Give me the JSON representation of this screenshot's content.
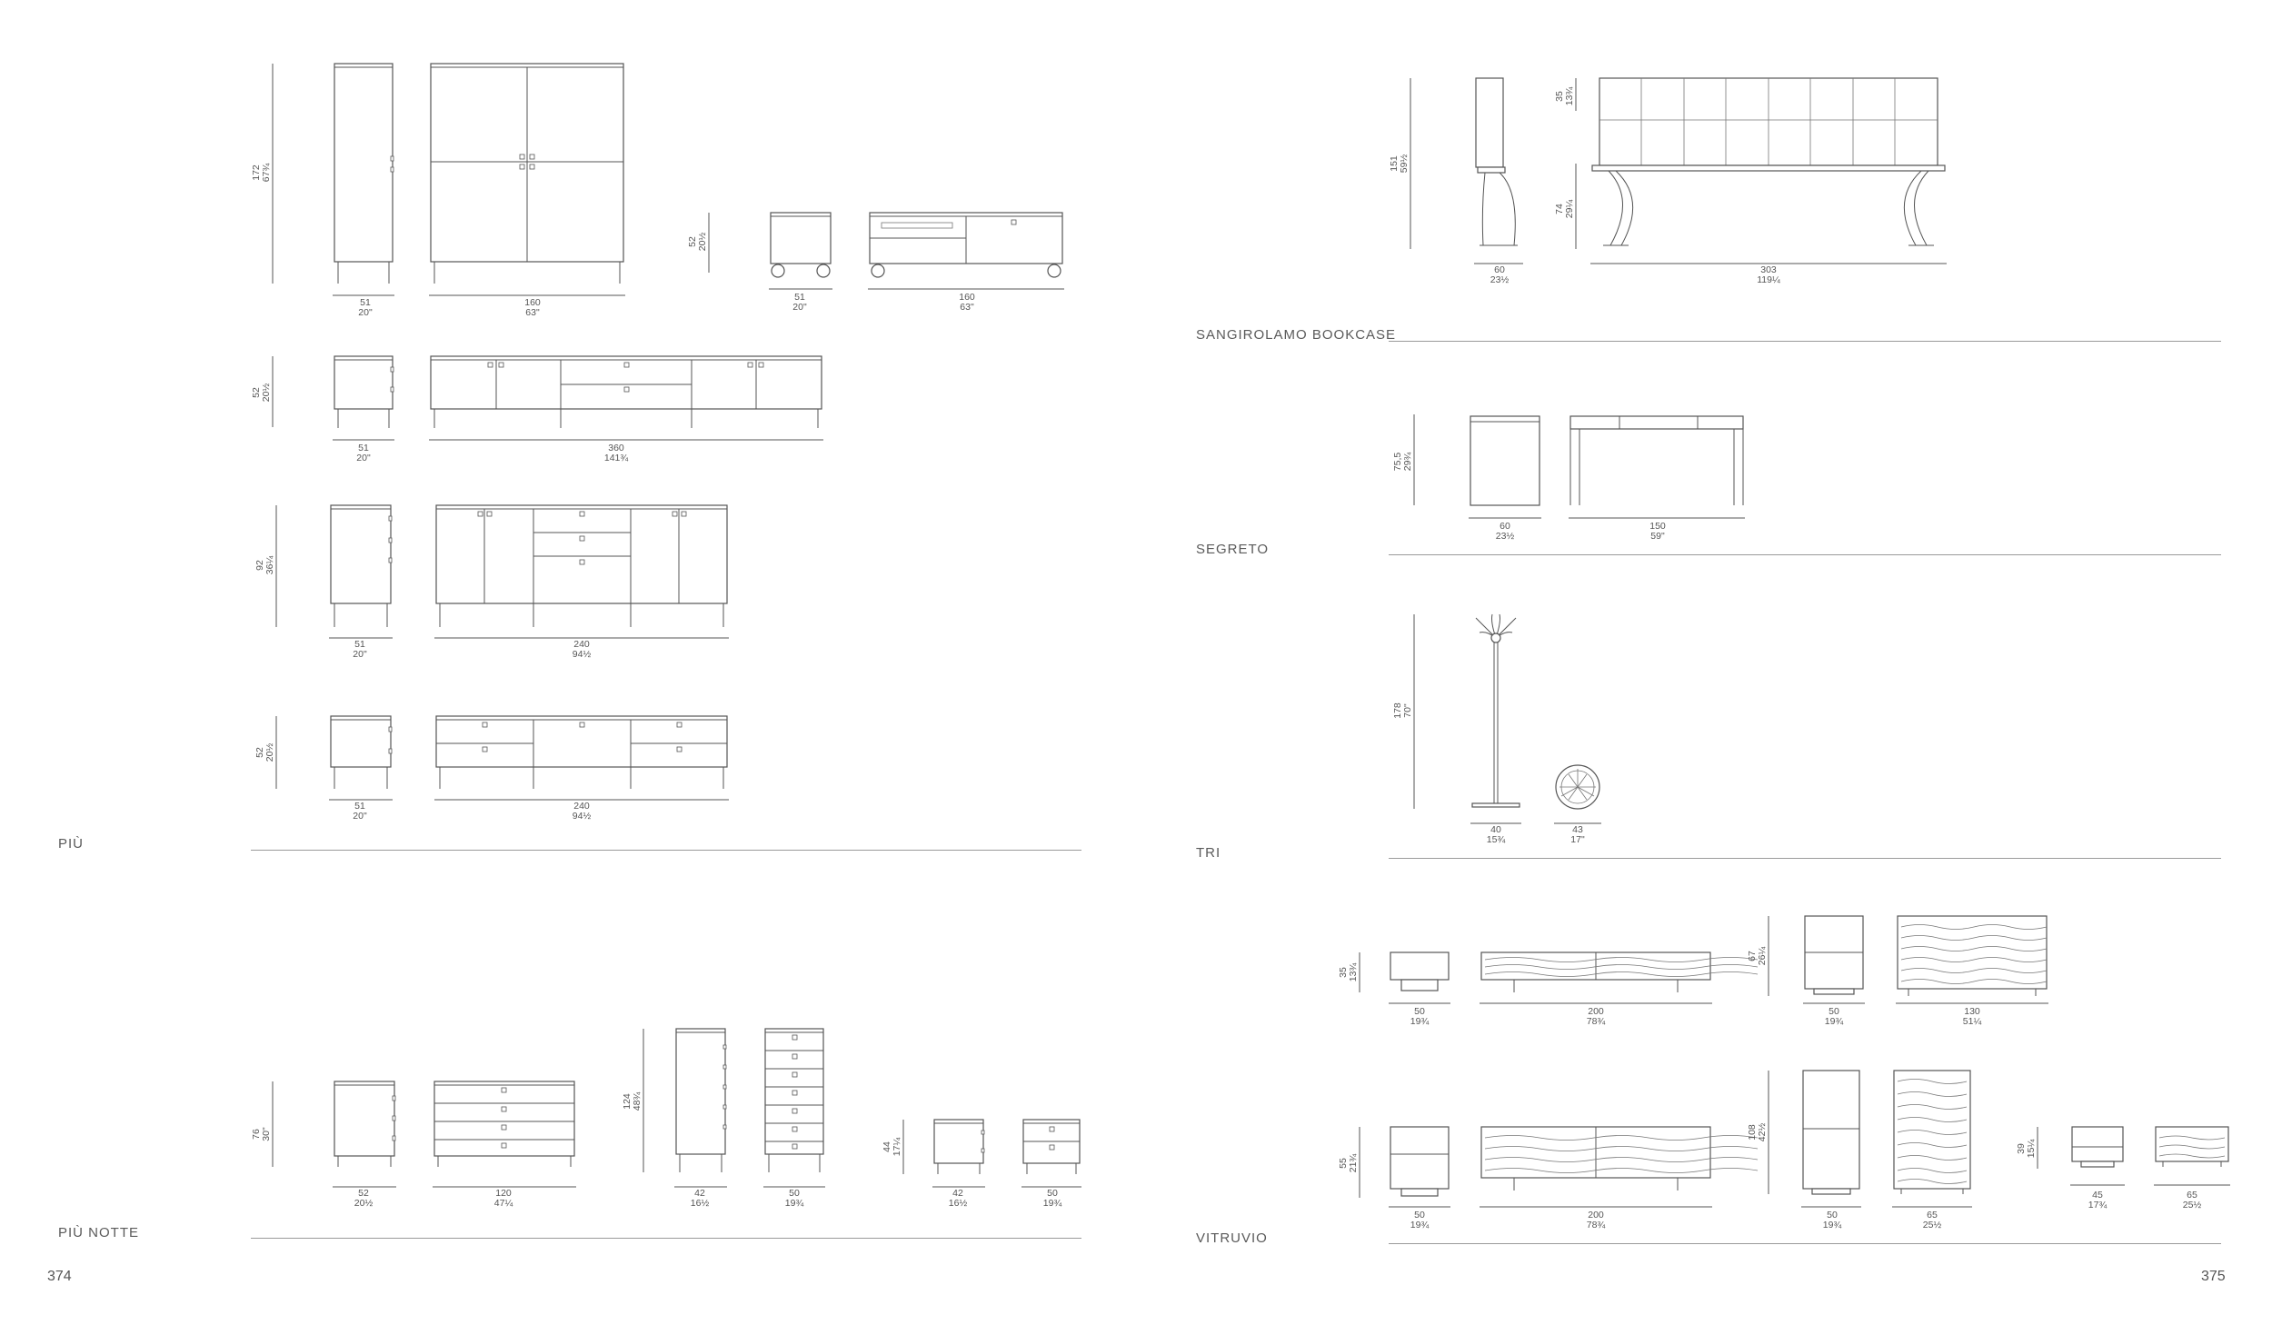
{
  "page_left": {
    "page_number": "374",
    "sections": [
      {
        "title": "PIÙ"
      },
      {
        "title": "PIÙ NOTTE"
      }
    ]
  },
  "page_right": {
    "page_number": "375",
    "sections": [
      {
        "title": "SANGIROLAMO BOOKCASE"
      },
      {
        "title": "SEGRETO"
      },
      {
        "title": "TRI"
      },
      {
        "title": "VITRUVIO"
      }
    ]
  },
  "dimensions": {
    "piu_h1": [
      "172",
      "67¾"
    ],
    "piu_w1a": [
      "51",
      "20\""
    ],
    "piu_w1b": [
      "160",
      "63\""
    ],
    "piu_h1s": [
      "52",
      "20½"
    ],
    "piu_w1c": [
      "51",
      "20\""
    ],
    "piu_w1d": [
      "160",
      "63\""
    ],
    "piu_h2": [
      "52",
      "20½"
    ],
    "piu_w2a": [
      "51",
      "20\""
    ],
    "piu_w2b": [
      "360",
      "141¾"
    ],
    "piu_h3": [
      "92",
      "36¼"
    ],
    "piu_w3a": [
      "51",
      "20\""
    ],
    "piu_w3b": [
      "240",
      "94½"
    ],
    "piu_h4": [
      "52",
      "20½"
    ],
    "piu_w4a": [
      "51",
      "20\""
    ],
    "piu_w4b": [
      "240",
      "94½"
    ],
    "notte_h1": [
      "76",
      "30\""
    ],
    "notte_w1": [
      "52",
      "20½"
    ],
    "notte_w2": [
      "120",
      "47¼"
    ],
    "notte_h2": [
      "124",
      "48¾"
    ],
    "notte_w3": [
      "42",
      "16½"
    ],
    "notte_w4": [
      "50",
      "19¾"
    ],
    "notte_h3": [
      "44",
      "17¼"
    ],
    "notte_w5": [
      "42",
      "16½"
    ],
    "notte_w6": [
      "50",
      "19¾"
    ],
    "sang_h1": [
      "151",
      "59½"
    ],
    "sang_h2": [
      "35",
      "13¾"
    ],
    "sang_h3": [
      "74",
      "29¼"
    ],
    "sang_w1": [
      "60",
      "23½"
    ],
    "sang_w2": [
      "303",
      "119¼"
    ],
    "seg_h1": [
      "75,5",
      "29¾"
    ],
    "seg_w1": [
      "60",
      "23½"
    ],
    "seg_w2": [
      "150",
      "59\""
    ],
    "tri_h1": [
      "178",
      "70\""
    ],
    "tri_w1": [
      "40",
      "15¾"
    ],
    "tri_w2": [
      "43",
      "17\""
    ],
    "vit_h1": [
      "35",
      "13¾"
    ],
    "vit_w1": [
      "50",
      "19¾"
    ],
    "vit_w2": [
      "200",
      "78¾"
    ],
    "vit_h2": [
      "67",
      "26¼"
    ],
    "vit_w3": [
      "50",
      "19¾"
    ],
    "vit_w4": [
      "130",
      "51¼"
    ],
    "vit_h3": [
      "55",
      "21¾"
    ],
    "vit_w5": [
      "50",
      "19¾"
    ],
    "vit_w6": [
      "200",
      "78¾"
    ],
    "vit_h4": [
      "108",
      "42½"
    ],
    "vit_w7": [
      "50",
      "19¾"
    ],
    "vit_w8": [
      "65",
      "25½"
    ],
    "vit_h5": [
      "39",
      "15¼"
    ],
    "vit_w9": [
      "45",
      "17¾"
    ],
    "vit_w10": [
      "65",
      "25½"
    ]
  }
}
